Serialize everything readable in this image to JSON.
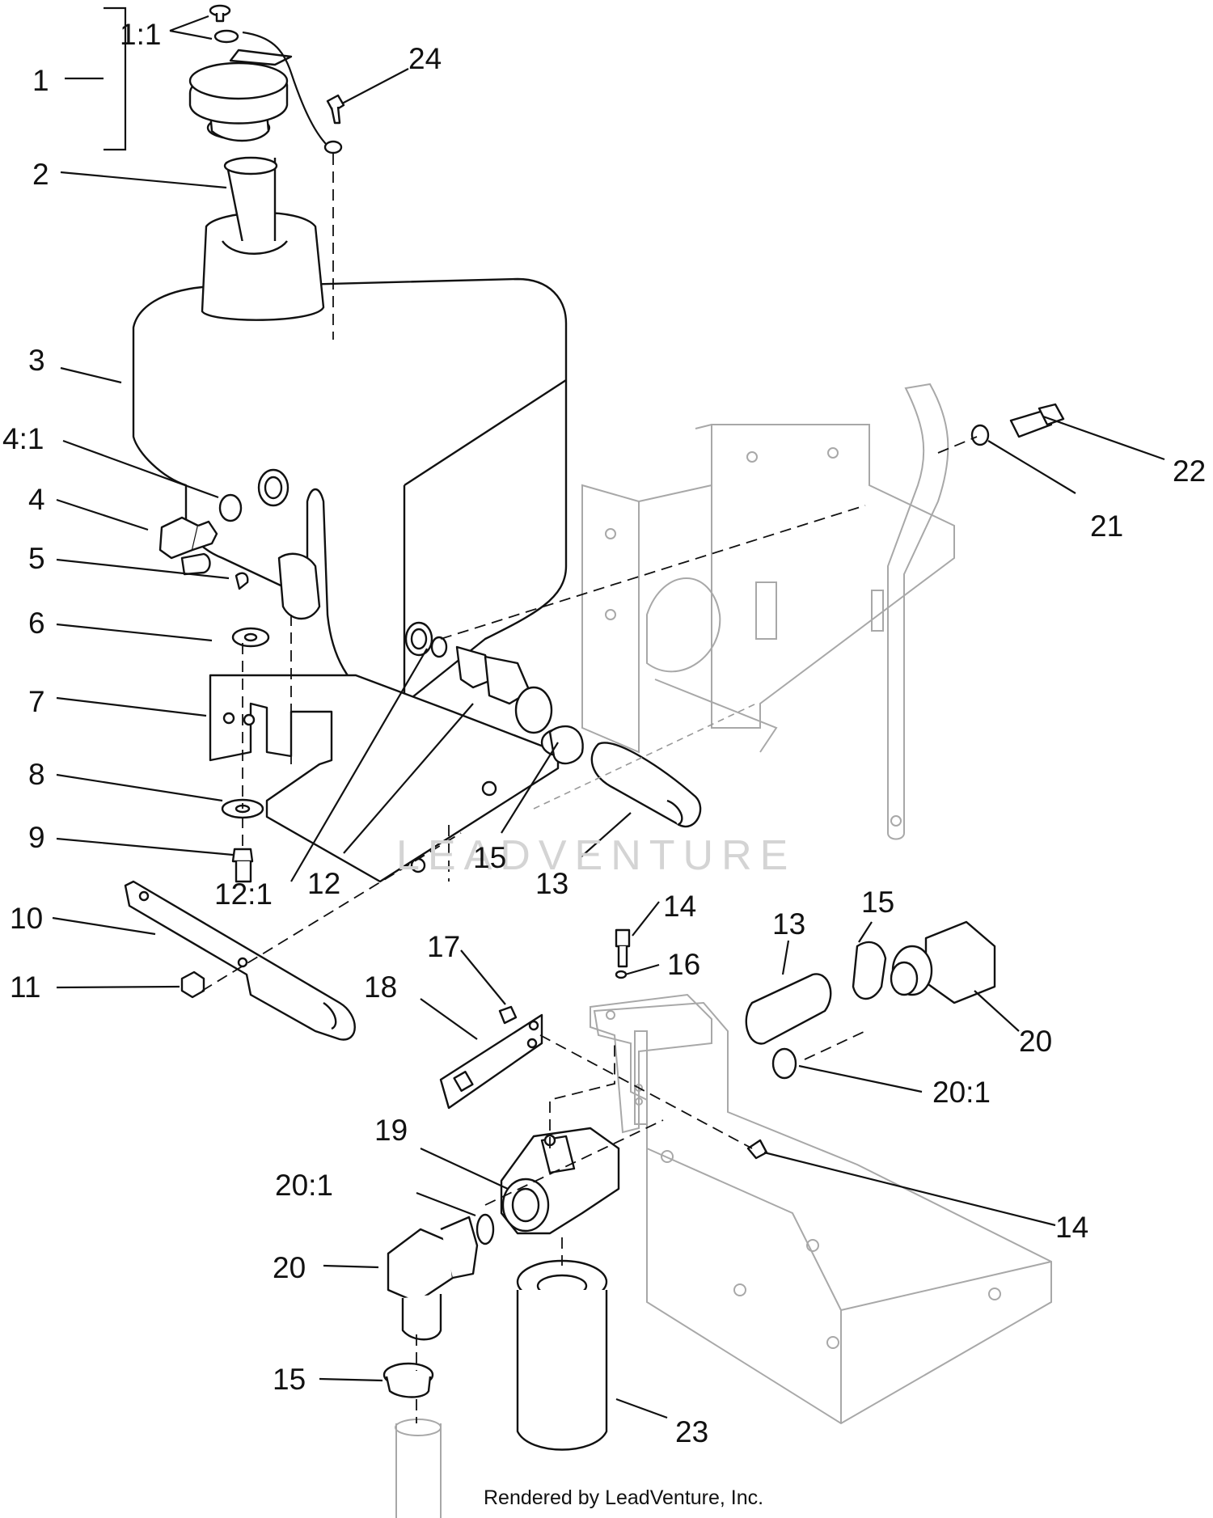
{
  "diagram": {
    "labels": [
      "1",
      "1:1",
      "24",
      "2",
      "3",
      "4:1",
      "4",
      "5",
      "6",
      "7",
      "8",
      "9",
      "10",
      "11",
      "12:1",
      "12",
      "15",
      "13",
      "22",
      "21",
      "17",
      "18",
      "14",
      "16",
      "13",
      "15",
      "20",
      "20:1",
      "19",
      "20:1",
      "14",
      "20",
      "15",
      "23"
    ],
    "watermark": "LEADVENTURE",
    "footer": "Rendered by LeadVenture, Inc."
  }
}
